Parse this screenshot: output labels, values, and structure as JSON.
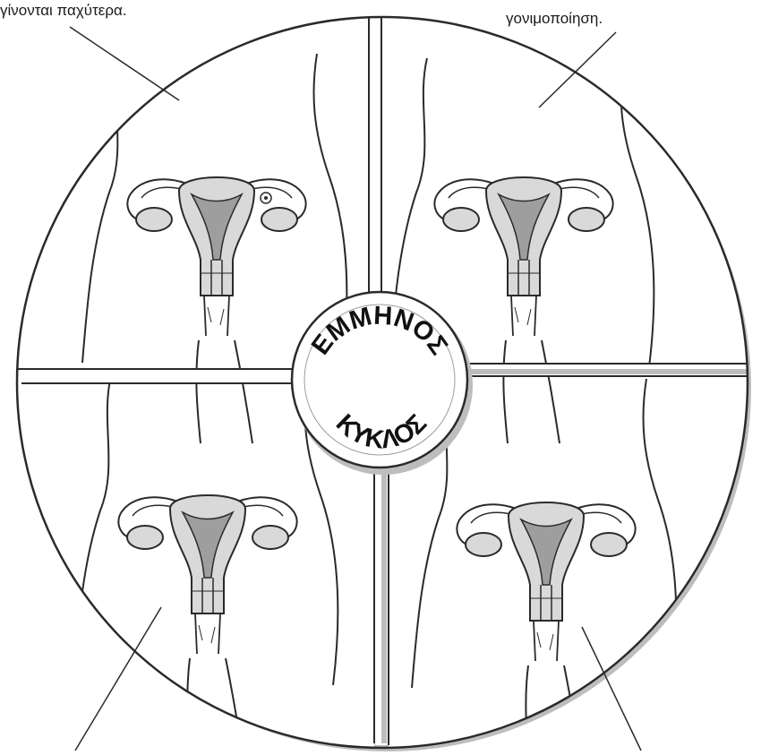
{
  "captions": {
    "top_left": "γίνονται παχύτερα.",
    "top_right": "γονιμοποίηση."
  },
  "center": {
    "top_word": "ΕΜΜΗΝΟΣ",
    "bottom_word": "ΚΥΚΛΟΣ"
  },
  "panels": [
    {
      "id": "top-left",
      "has_egg": true
    },
    {
      "id": "top-right",
      "has_egg": false
    },
    {
      "id": "bottom-left",
      "has_egg": false
    },
    {
      "id": "bottom-right",
      "has_egg": false
    }
  ],
  "colors": {
    "line": "#2a2a2a",
    "organ_fill": "#d9d9d9",
    "organ_dark": "#9e9e9e",
    "shadow": "#bdbdbd",
    "background": "#ffffff"
  }
}
